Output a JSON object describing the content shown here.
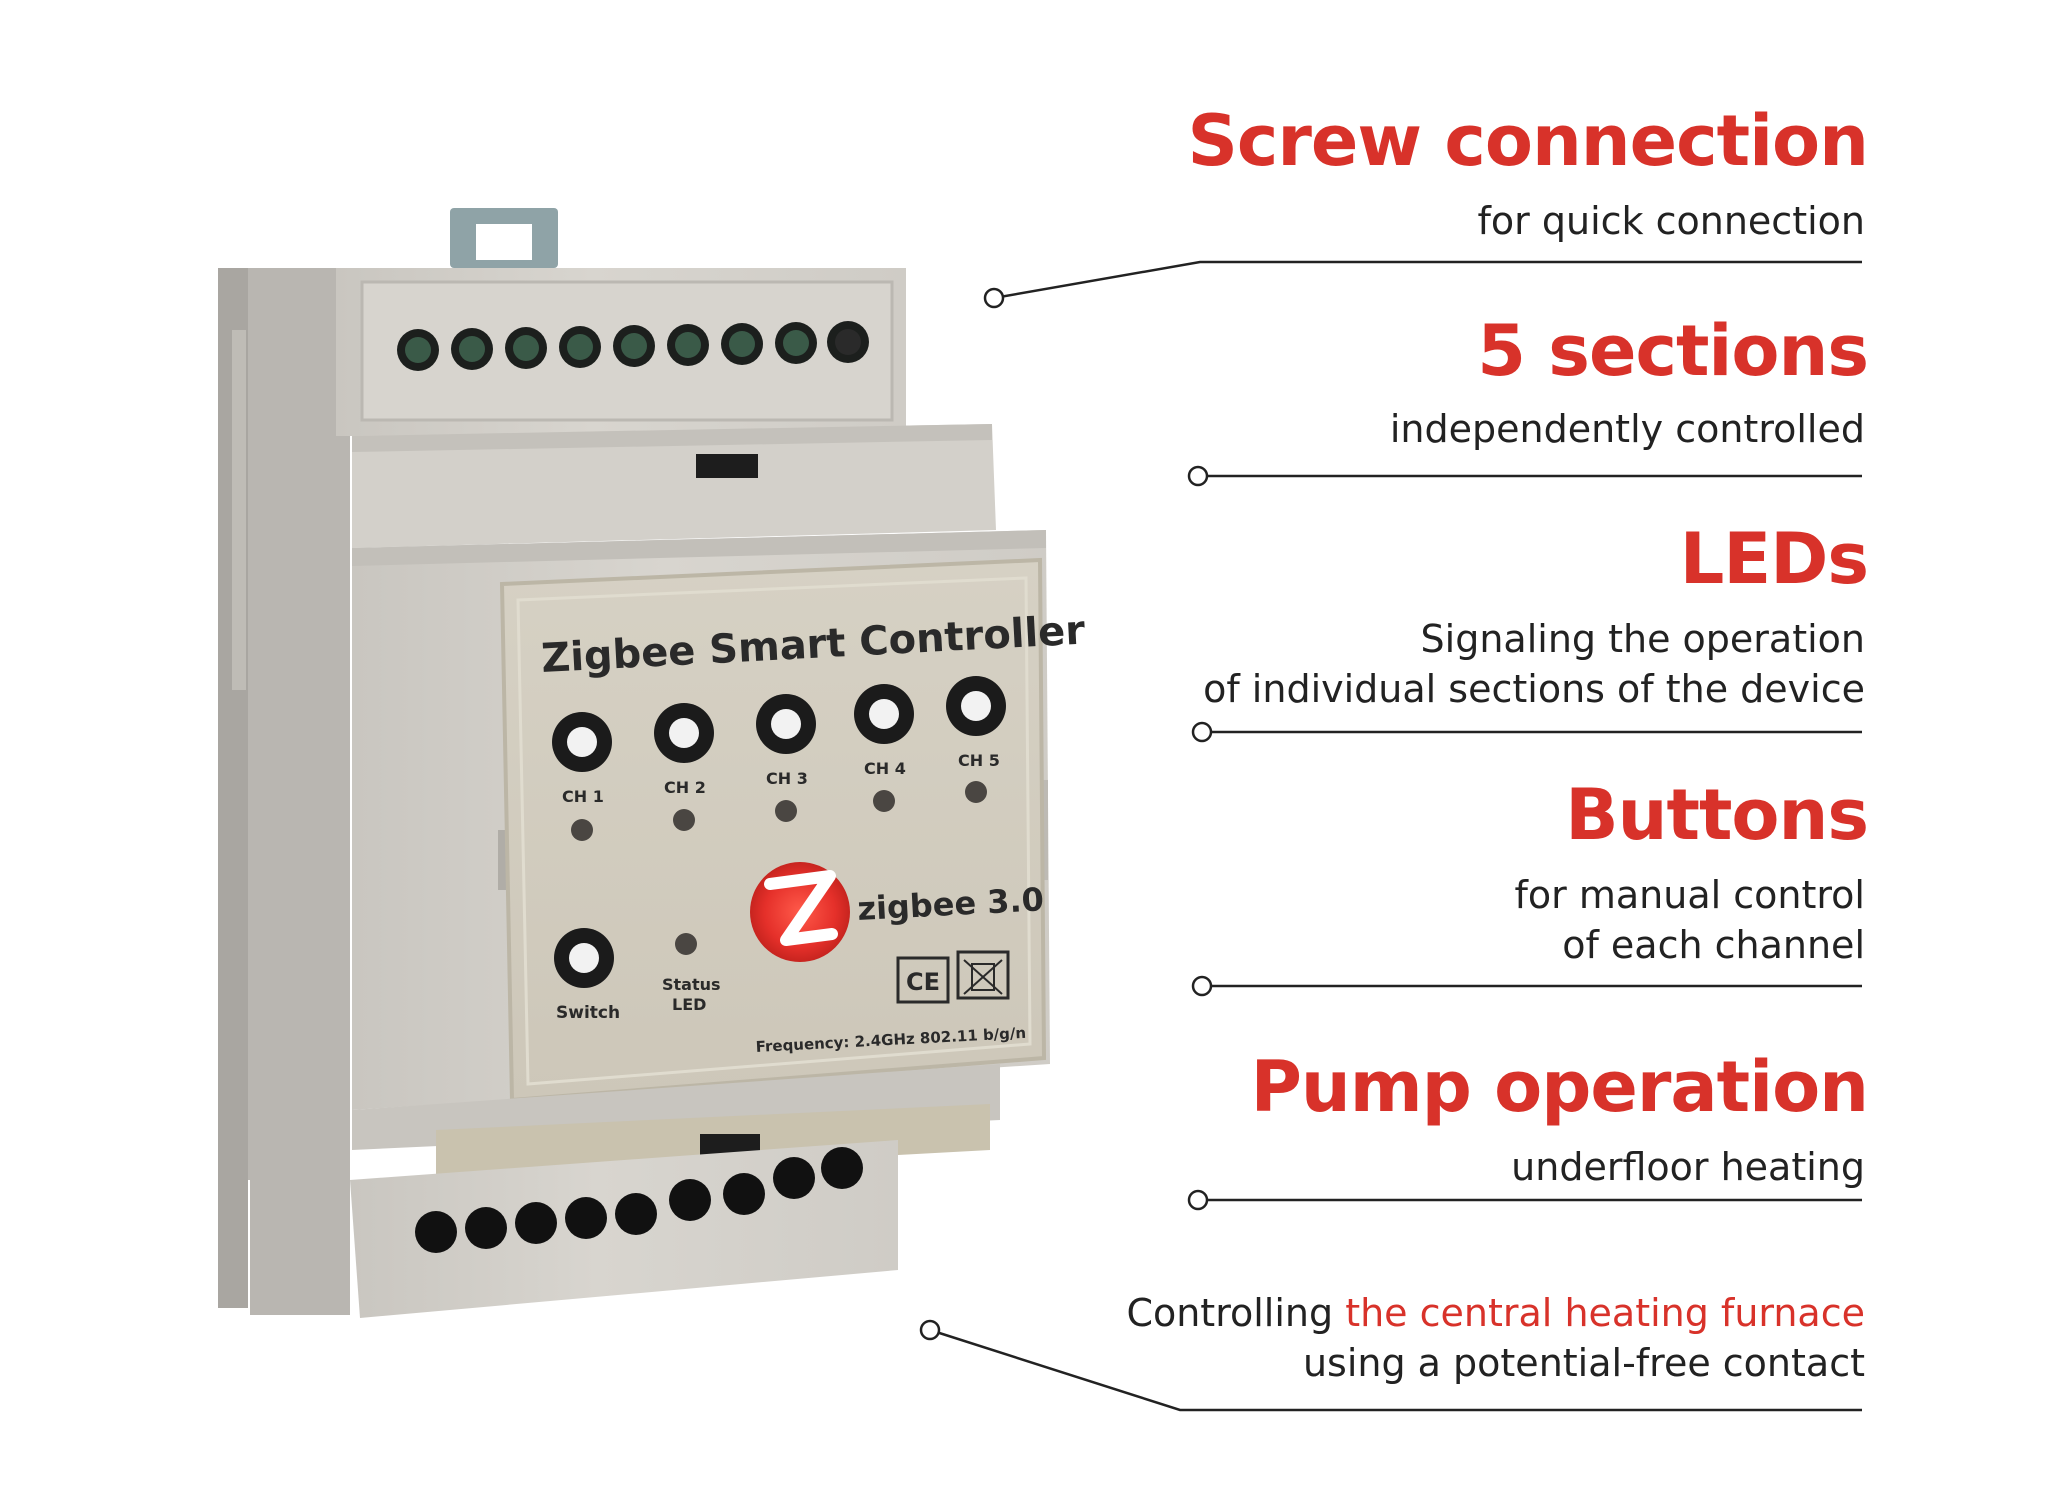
{
  "device": {
    "title": "Zigbee Smart Controller",
    "channels": [
      "CH 1",
      "CH 2",
      "CH 3",
      "CH 4",
      "CH 5"
    ],
    "switch_label": "Switch",
    "status_led_label": [
      "Status",
      "LED"
    ],
    "logo_text": "zigbee 3.0",
    "marks": [
      "CE",
      "WEEE"
    ],
    "frequency": "Frequency: 2.4GHz 802.11 b/g/n"
  },
  "features": [
    {
      "heading": "Screw connection",
      "lines": [
        "for quick connection"
      ]
    },
    {
      "heading": "5 sections",
      "lines": [
        "independently controlled"
      ]
    },
    {
      "heading": "LEDs",
      "lines": [
        "Signaling the operation",
        "of individual sections of the device"
      ]
    },
    {
      "heading": "Buttons",
      "lines": [
        "for manual control",
        "of each channel"
      ]
    },
    {
      "heading": "Pump operation",
      "lines": [
        "underfloor heating"
      ]
    }
  ],
  "furnace": {
    "prefix": "Controlling ",
    "highlight": "the central heating furnace",
    "line2": "using a potential-free contact"
  },
  "colors": {
    "accent": "#d8322a",
    "text": "#222222",
    "housing": "#d9d6cf",
    "panel": "#d2cdbf"
  }
}
